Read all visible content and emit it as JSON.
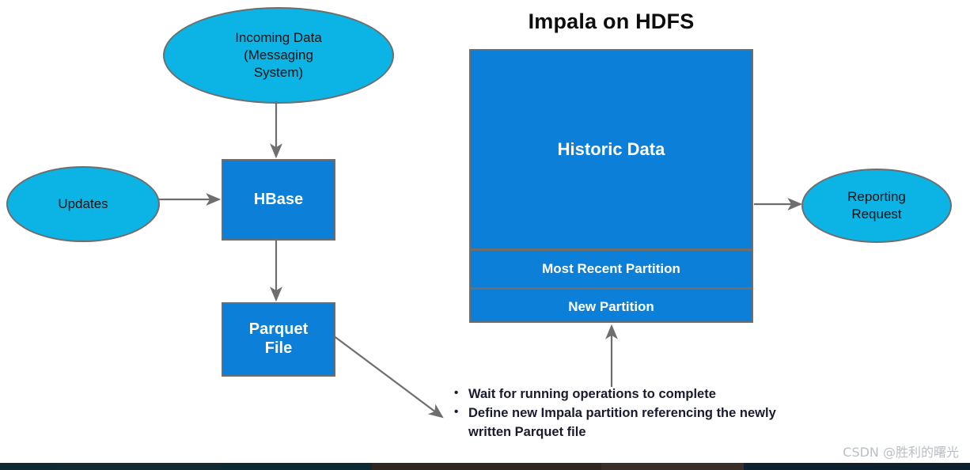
{
  "diagram": {
    "title": "Impala on HDFS",
    "nodes": {
      "incoming": "Incoming Data\n(Messaging\nSystem)",
      "incoming_line1": "Incoming Data",
      "incoming_line2": "(Messaging",
      "incoming_line3": "System)",
      "updates": "Updates",
      "hbase": "HBase",
      "parquet_line1": "Parquet",
      "parquet_line2": "File",
      "historic": "Historic Data",
      "most_recent_partition": "Most Recent Partition",
      "new_partition": "New Partition",
      "reporting_line1": "Reporting",
      "reporting_line2": "Request"
    },
    "bullets": [
      "Wait for running operations to complete",
      "Define new Impala partition referencing the newly written Parquet file"
    ],
    "edges": [
      {
        "name": "incoming-to-hbase",
        "from": "incoming",
        "to": "hbase"
      },
      {
        "name": "updates-to-hbase",
        "from": "updates",
        "to": "hbase"
      },
      {
        "name": "hbase-to-parquet",
        "from": "hbase",
        "to": "parquet"
      },
      {
        "name": "parquet-to-bullets",
        "from": "parquet",
        "to": "bullets"
      },
      {
        "name": "bullets-to-new-partition",
        "from": "bullets",
        "to": "new_partition"
      },
      {
        "name": "historic-to-reporting",
        "from": "bigbox",
        "to": "reporting"
      }
    ],
    "colors": {
      "ellipse_fill": "#0bb4e5",
      "box_fill": "#0c7fd8",
      "stroke": "#6e6e6e",
      "box_text": "#ffffff",
      "ellipse_text": "#111111",
      "title_text": "#0d0d0d",
      "bullet_text": "#1a1a2e",
      "background": "#ffffff"
    }
  },
  "watermark": {
    "text": "CSDN @胜利的曙光"
  },
  "bottom_bar": {
    "segments": [
      "#0f2a33",
      "#2f2622",
      "#0d2030",
      "#3a2f28",
      "#102a38",
      "#122b33"
    ]
  }
}
